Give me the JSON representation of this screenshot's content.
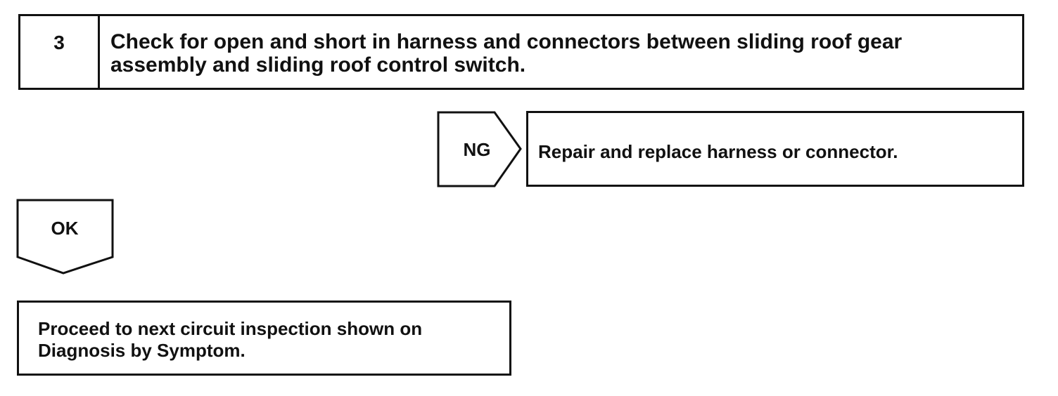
{
  "step": {
    "number": "3",
    "title": "Check for open and short in harness and connectors between sliding roof gear assembly and sliding roof control switch."
  },
  "ng_branch": {
    "label": "NG",
    "action": "Repair and replace harness or connector."
  },
  "ok_branch": {
    "label": "OK",
    "action": "Proceed to next circuit inspection shown on Diagnosis by Symptom."
  }
}
